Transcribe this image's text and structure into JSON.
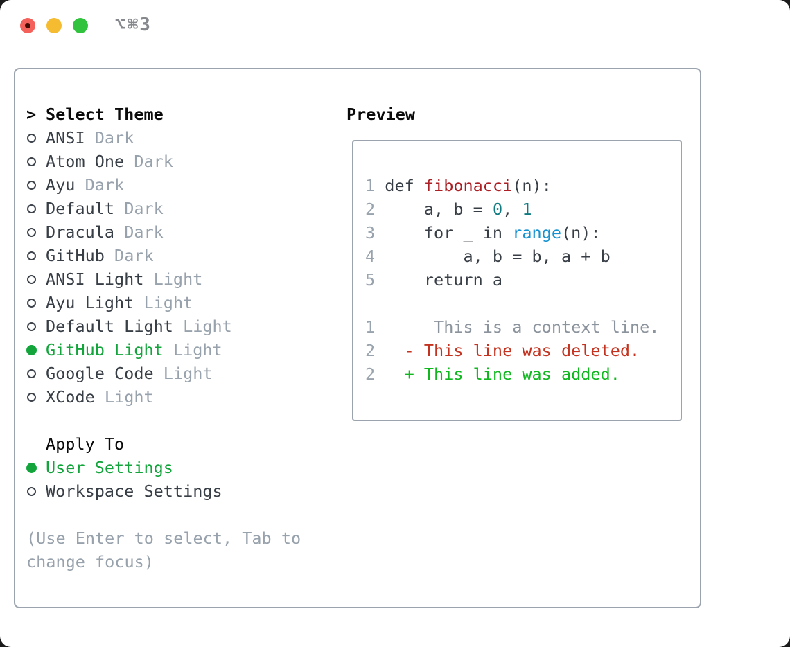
{
  "window": {
    "title": "⌥⌘3",
    "traffic_lights": [
      "close",
      "minimize",
      "zoom"
    ]
  },
  "theme_panel": {
    "header": {
      "prompt": ">",
      "label": "Select Theme"
    },
    "themes": [
      {
        "name": "ANSI",
        "tag": "Dark",
        "selected": false
      },
      {
        "name": "Atom One",
        "tag": "Dark",
        "selected": false
      },
      {
        "name": "Ayu",
        "tag": "Dark",
        "selected": false
      },
      {
        "name": "Default",
        "tag": "Dark",
        "selected": false
      },
      {
        "name": "Dracula",
        "tag": "Dark",
        "selected": false
      },
      {
        "name": "GitHub",
        "tag": "Dark",
        "selected": false
      },
      {
        "name": "ANSI Light",
        "tag": "Light",
        "selected": false
      },
      {
        "name": "Ayu Light",
        "tag": "Light",
        "selected": false
      },
      {
        "name": "Default Light",
        "tag": "Light",
        "selected": false
      },
      {
        "name": "GitHub Light",
        "tag": "Light",
        "selected": true
      },
      {
        "name": "Google Code",
        "tag": "Light",
        "selected": false
      },
      {
        "name": "XCode",
        "tag": "Light",
        "selected": false
      }
    ],
    "apply_to": {
      "header": "Apply To",
      "options": [
        {
          "name": "User Settings",
          "selected": true
        },
        {
          "name": "Workspace Settings",
          "selected": false
        }
      ]
    },
    "hint_lines": [
      "(Use Enter to select, Tab to",
      "change focus)"
    ]
  },
  "preview": {
    "header": "Preview",
    "lines": [
      {
        "num": "1",
        "tokens": [
          {
            "t": " def ",
            "c": "code"
          },
          {
            "t": "fibonacci",
            "c": "func"
          },
          {
            "t": "(n):",
            "c": "code"
          }
        ]
      },
      {
        "num": "2",
        "tokens": [
          {
            "t": "     a, b = ",
            "c": "code"
          },
          {
            "t": "0",
            "c": "num"
          },
          {
            "t": ", ",
            "c": "code"
          },
          {
            "t": "1",
            "c": "num"
          }
        ]
      },
      {
        "num": "3",
        "tokens": [
          {
            "t": "     for _ in ",
            "c": "code"
          },
          {
            "t": "range",
            "c": "builtin"
          },
          {
            "t": "(n):",
            "c": "code"
          }
        ]
      },
      {
        "num": "4",
        "tokens": [
          {
            "t": "         a, b = b, a + b",
            "c": "code"
          }
        ]
      },
      {
        "num": "5",
        "tokens": [
          {
            "t": "     return a",
            "c": "code"
          }
        ]
      },
      {
        "num": "",
        "tokens": []
      },
      {
        "num": "1",
        "tokens": [
          {
            "t": "      This is a context line.",
            "c": "context"
          }
        ]
      },
      {
        "num": "2",
        "tokens": [
          {
            "t": "   - This line was deleted.",
            "c": "deleted"
          }
        ]
      },
      {
        "num": "2",
        "tokens": [
          {
            "t": "   + This line was added.",
            "c": "added"
          }
        ]
      }
    ]
  },
  "icons": {
    "focus_prompt": ">",
    "radio_unselected": "circle-outline",
    "radio_selected": "circle-filled-green"
  },
  "colors": {
    "accent_green": "#13a53c",
    "added_green": "#10b71f",
    "deleted_red": "#c43320",
    "function_red": "#ac2025",
    "number_teal": "#0f7b80",
    "builtin_blue": "#1793d1",
    "muted_gray": "#98a2ac",
    "text_dark": "#383e46",
    "border_gray": "#9aa3ae",
    "traffic_red": "#f4605a",
    "traffic_yellow": "#f6bc31",
    "traffic_green": "#31c33e"
  }
}
